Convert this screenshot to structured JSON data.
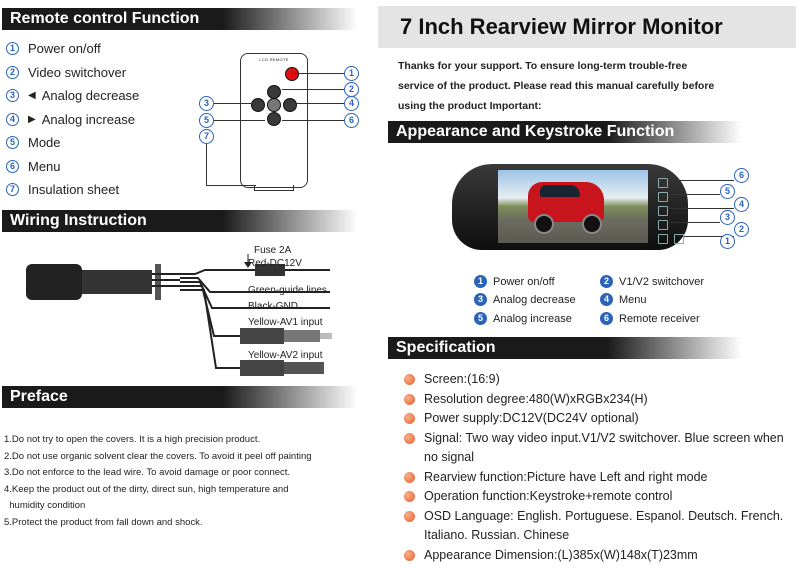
{
  "left": {
    "remote_header": "Remote control Function",
    "remote_items": [
      {
        "num": "1",
        "label": "Power on/off"
      },
      {
        "num": "2",
        "label": "Video switchover"
      },
      {
        "num": "3",
        "label": "Analog decrease",
        "arrow": "◀"
      },
      {
        "num": "4",
        "label": "Analog increase",
        "arrow": "▶"
      },
      {
        "num": "5",
        "label": "Mode"
      },
      {
        "num": "6",
        "label": "Menu"
      },
      {
        "num": "7",
        "label": "Insulation sheet"
      }
    ],
    "remote_label": "LCD REMOTE",
    "wiring_header": "Wiring Instruction",
    "wiring_labels": {
      "fuse": "Fuse 2A",
      "red": "Red-DC12V",
      "green": "Green-guide lines",
      "black": "Black-GND",
      "yellow1": "Yellow-AV1 input",
      "yellow2": "Yellow-AV2 input"
    },
    "preface_header": "Preface",
    "preface_items": [
      "1.Do not try to open the covers. It is a high precision product.",
      "2.Do not use organic solvent clear the covers. To avoid it peel off painting",
      "3.Do not enforce to the lead wire. To avoid damage or poor connect.",
      "4.Keep the product out of the dirty, direct sun, high temperature  and",
      "  humidity condition",
      "5.Protect the product from fall down and shock."
    ]
  },
  "right": {
    "title": "7 Inch Rearview Mirror Monitor",
    "thanks": [
      "Thanks for your support. To ensure long-term trouble-free",
      "service of the product. Please read this manual carefully before",
      "using the product Important:"
    ],
    "appearance_header": "Appearance and Keystroke Function",
    "features": [
      {
        "num": "1",
        "label": "Power on/off"
      },
      {
        "num": "2",
        "label": "V1/V2 switchover"
      },
      {
        "num": "3",
        "label": "Analog decrease"
      },
      {
        "num": "4",
        "label": "Menu"
      },
      {
        "num": "5",
        "label": "Analog increase"
      },
      {
        "num": "6",
        "label": "Remote receiver"
      }
    ],
    "spec_header": "Specification",
    "spec_items": [
      "Screen:(16:9)",
      "Resolution degree:480(W)xRGBx234(H)",
      "Power supply:DC12V(DC24V optional)",
      "Signal: Two way video input.V1/V2 switchover. Blue screen when no signal",
      "Rearview function:Picture have Left and right mode",
      "Operation function:Keystroke+remote control",
      "OSD Language: English. Portuguese. Espanol. Deutsch. French. Italiano. Russian. Chinese",
      "Appearance Dimension:(L)385x(W)148x(T)23mm"
    ],
    "callouts": [
      "6",
      "5",
      "4",
      "3",
      "2",
      "1"
    ]
  },
  "colors": {
    "header_bg": "#1a1a1a",
    "number_blue": "#2a63b8",
    "bullet_orange": "#e55c2c",
    "power_red": "#d11111"
  }
}
